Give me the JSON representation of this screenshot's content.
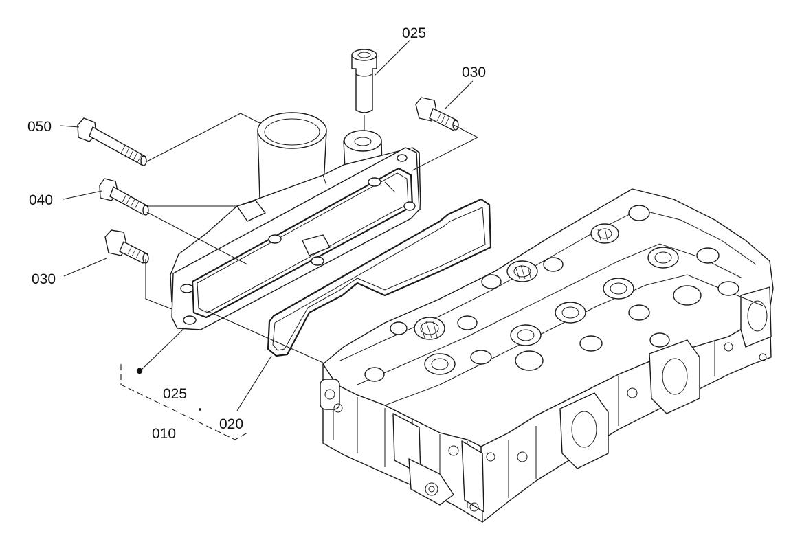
{
  "callouts": {
    "c025_top": "025",
    "c030_right": "030",
    "c050": "050",
    "c040": "040",
    "c030_left": "030",
    "c025_bottom": "025",
    "c010": "010",
    "c020": "020"
  },
  "colors": {
    "line": "#1a1a1a",
    "background": "#ffffff"
  }
}
